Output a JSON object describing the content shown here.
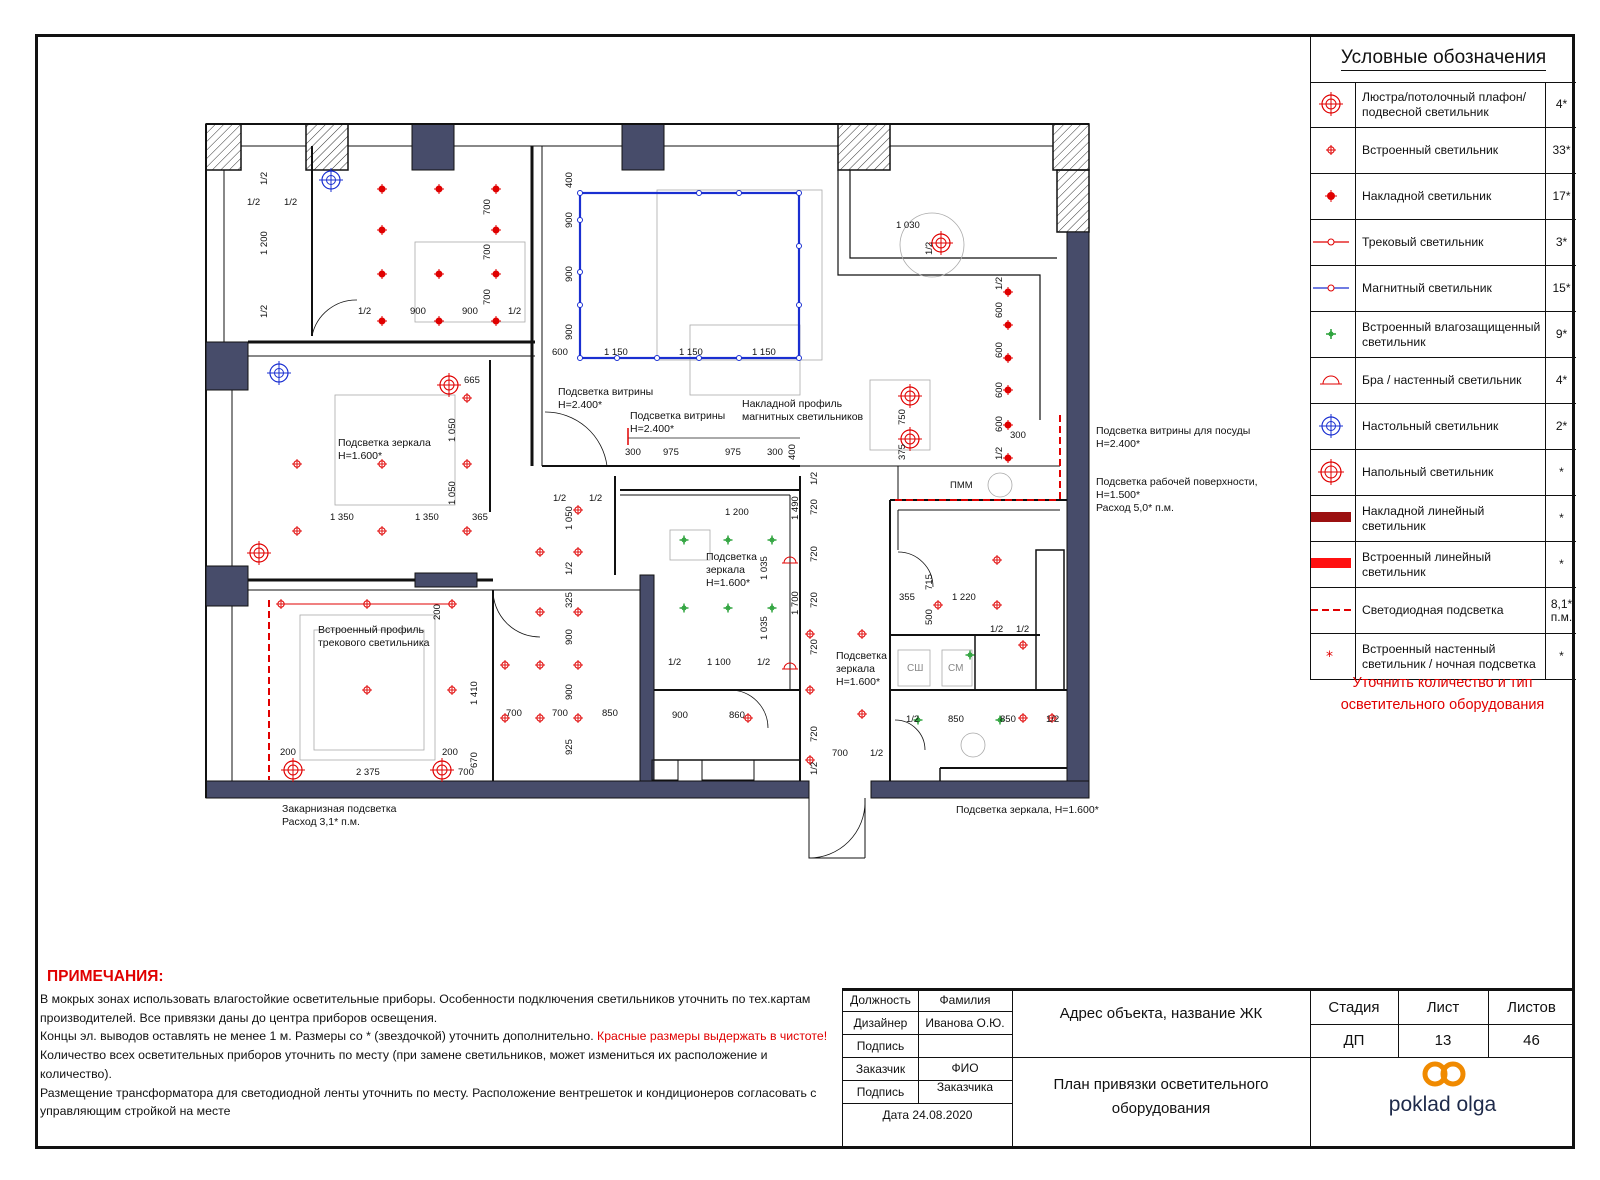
{
  "legend": {
    "title": "Условные обозначения",
    "items": [
      {
        "icon": "chandelier-icon",
        "label": "Люстра/потолочный плафон/подвесной светильник",
        "qty": "4*"
      },
      {
        "icon": "recessed-light-icon",
        "label": "Встроенный светильник",
        "qty": "33*"
      },
      {
        "icon": "surface-light-icon",
        "label": "Накладной светильник",
        "qty": "17*"
      },
      {
        "icon": "track-light-icon",
        "label": "Трековый светильник",
        "qty": "3*"
      },
      {
        "icon": "magnetic-light-icon",
        "label": "Магнитный светильник",
        "qty": "15*"
      },
      {
        "icon": "waterproof-light-icon",
        "label": "Встроенный влагозащищенный светильник",
        "qty": "9*"
      },
      {
        "icon": "wall-sconce-icon",
        "label": "Бра / настенный светильник",
        "qty": "4*"
      },
      {
        "icon": "table-lamp-icon",
        "label": "Настольный светильник",
        "qty": "2*"
      },
      {
        "icon": "floor-lamp-icon",
        "label": "Напольный светильник",
        "qty": "*"
      },
      {
        "icon": "surface-linear-icon",
        "label": "Накладной линейный светильник",
        "qty": "*"
      },
      {
        "icon": "recessed-linear-icon",
        "label": "Встроенный линейный светильник",
        "qty": "*"
      },
      {
        "icon": "led-strip-icon",
        "label": "Светодиодная подсветка",
        "qty": "8,1* п.м."
      },
      {
        "icon": "wall-night-light-icon",
        "label": "Встроенный настенный светильник / ночная подсветка",
        "qty": "*"
      }
    ],
    "note_line1": "Уточнить количество и тип",
    "note_line2": "осветительного оборудования"
  },
  "plan_labels": {
    "vitrine1": "Подсветка витрины",
    "vitrine1_h": "H=2.400*",
    "vitrine2": "Подсветка витрины",
    "vitrine2_h": "H=2.400*",
    "magnetic_profile1": "Накладной профиль",
    "magnetic_profile2": "магнитных светильников",
    "dish_vitrine": "Подсветка витрины для посуды",
    "dish_vitrine_h": "H=2.400*",
    "worktop": "Подсветка рабочей поверхности,",
    "worktop_h": "H=1.500*",
    "worktop_usage": "Расход 5,0* п.м.",
    "mirror_bedroom": "Подсветка зеркала",
    "mirror_bedroom_h": "H=1.600*",
    "mirror_bath1": "Подсветка",
    "mirror_bath2": "зеркала",
    "mirror_bath_h": "H=1.600*",
    "mirror_hall1": "Подсветка",
    "mirror_hall2": "зеркала",
    "mirror_hall_h": "H=1.600*",
    "track_profile1": "Встроенный профиль",
    "track_profile2": "трекового светильника",
    "cornice1": "Закарнизная подсветка",
    "cornice2": "Расход 3,1* п.м.",
    "mirror_bottom": "Подсветка зеркала, H=1.600*",
    "dishwasher": "ПММ",
    "dryer": "СШ",
    "washer": "СМ"
  },
  "notes": {
    "title": "ПРИМЕЧАНИЯ:",
    "line1": "В мокрых зонах использовать влагостойкие осветительные приборы. Особенности подключения светильников уточнить по тех.картам",
    "line2": "производителей. Все привязки даны до центра приборов освещения.",
    "line3": "Концы эл. выводов оставлять не менее 1 м. Размеры со * (звездочкой) уточнить дополнительно.",
    "line3_red": "Красные размеры выдержать в чистоте!",
    "line4": "Количество всех осветительных приборов уточнить по месту (при замене светильников, может измениться их расположение и",
    "line5": "количество).",
    "line6": "Размещение трансформатора для светодиодной ленты уточнить по месту. Расположение вентрешеток и кондиционеров согласовать с",
    "line7": "управляющим стройкой на месте"
  },
  "title_block": {
    "position_h": "Должность",
    "surname_h": "Фамилия",
    "designer": "Дизайнер",
    "designer_name": "Иванова О.Ю.",
    "signature": "Подпись",
    "customer": "Заказчик",
    "customer_name1": "ФИО",
    "signature2": "Подпись",
    "customer_name2": "Заказчика",
    "date": "Дата 24.08.2020",
    "address": "Адрес объекта, название ЖК",
    "sheet_title1": "План привязки осветительного",
    "sheet_title2": "оборудования",
    "stage_h": "Стадия",
    "sheet_h": "Лист",
    "sheets_h": "Листов",
    "stage": "ДП",
    "sheet": "13",
    "sheets": "46",
    "logo": "poklad olga"
  },
  "colors": {
    "red": "#e00000",
    "blue": "#1a2fd1",
    "green": "#1a9a2a",
    "wall": "#474c6a"
  }
}
